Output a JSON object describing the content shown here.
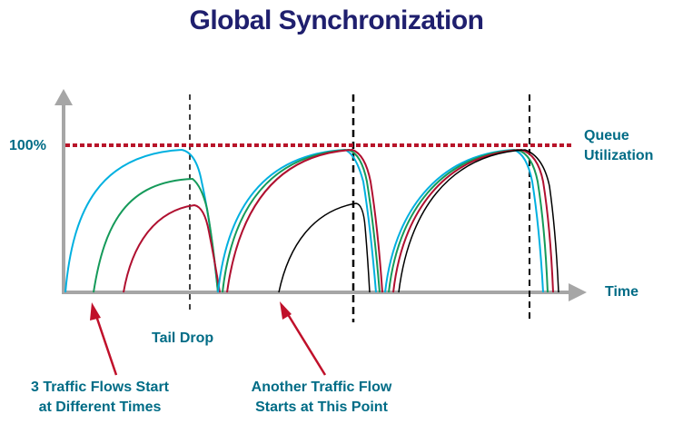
{
  "title": "Global Synchronization",
  "labels": {
    "y_100": "100%",
    "queue_line1": "Queue",
    "queue_line2": "Utilization",
    "x_axis": "Time",
    "tail_drop": "Tail Drop",
    "flows_start_line1": "3 Traffic Flows Start",
    "flows_start_line2": "at Different Times",
    "another_flow_line1": "Another Traffic Flow",
    "another_flow_line2": "Starts at This Point"
  },
  "colors": {
    "title": "#1f1f6e",
    "label": "#006c86",
    "axis": "#a6a6a6",
    "threshold": "#b8142a",
    "arrow": "#c0102a",
    "flow_cyan": "#00b0e0",
    "flow_green": "#159a5a",
    "flow_red": "#b01030",
    "flow_black": "#000000"
  }
}
